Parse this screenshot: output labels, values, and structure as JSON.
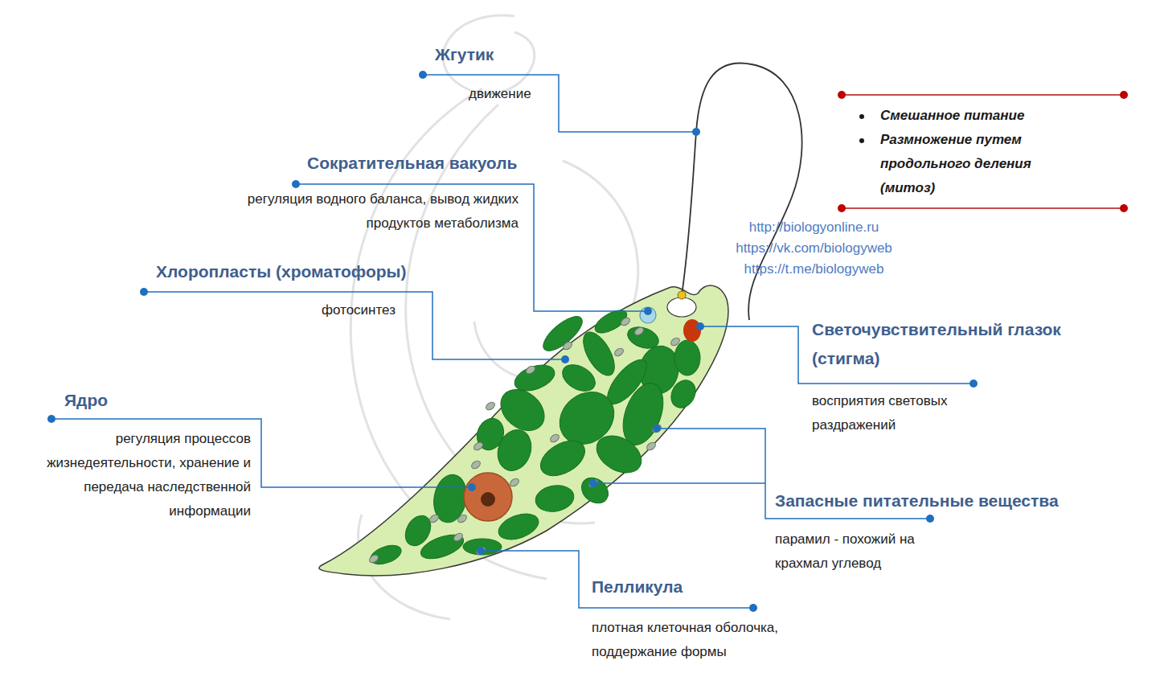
{
  "diagram": {
    "labels": [
      "Жгутик",
      "движение",
      "Сократительная вакуоль",
      "регуляция водного баланса, вывод жидких продуктов метаболизма",
      "Хлоропласты (хроматофоры)",
      "фотосинтез",
      "Ядро",
      "регуляция процессов жизнедеятельности, хранение и передача наследственной информации",
      "Светочувствительный глазок (стигма)",
      "восприятия световых раздражений",
      "Запасные питательные вещества",
      "парамил - похожий на крахмал углевод",
      "Пелликула",
      "плотная клеточная оболочка, поддержание формы",
      "Смешанное питание",
      "Размножение путем продольного деления (митоз)",
      "http://biologyonline.ru",
      "https://vk.com/biologyweb",
      "https://t.me/biologyweb"
    ]
  }
}
